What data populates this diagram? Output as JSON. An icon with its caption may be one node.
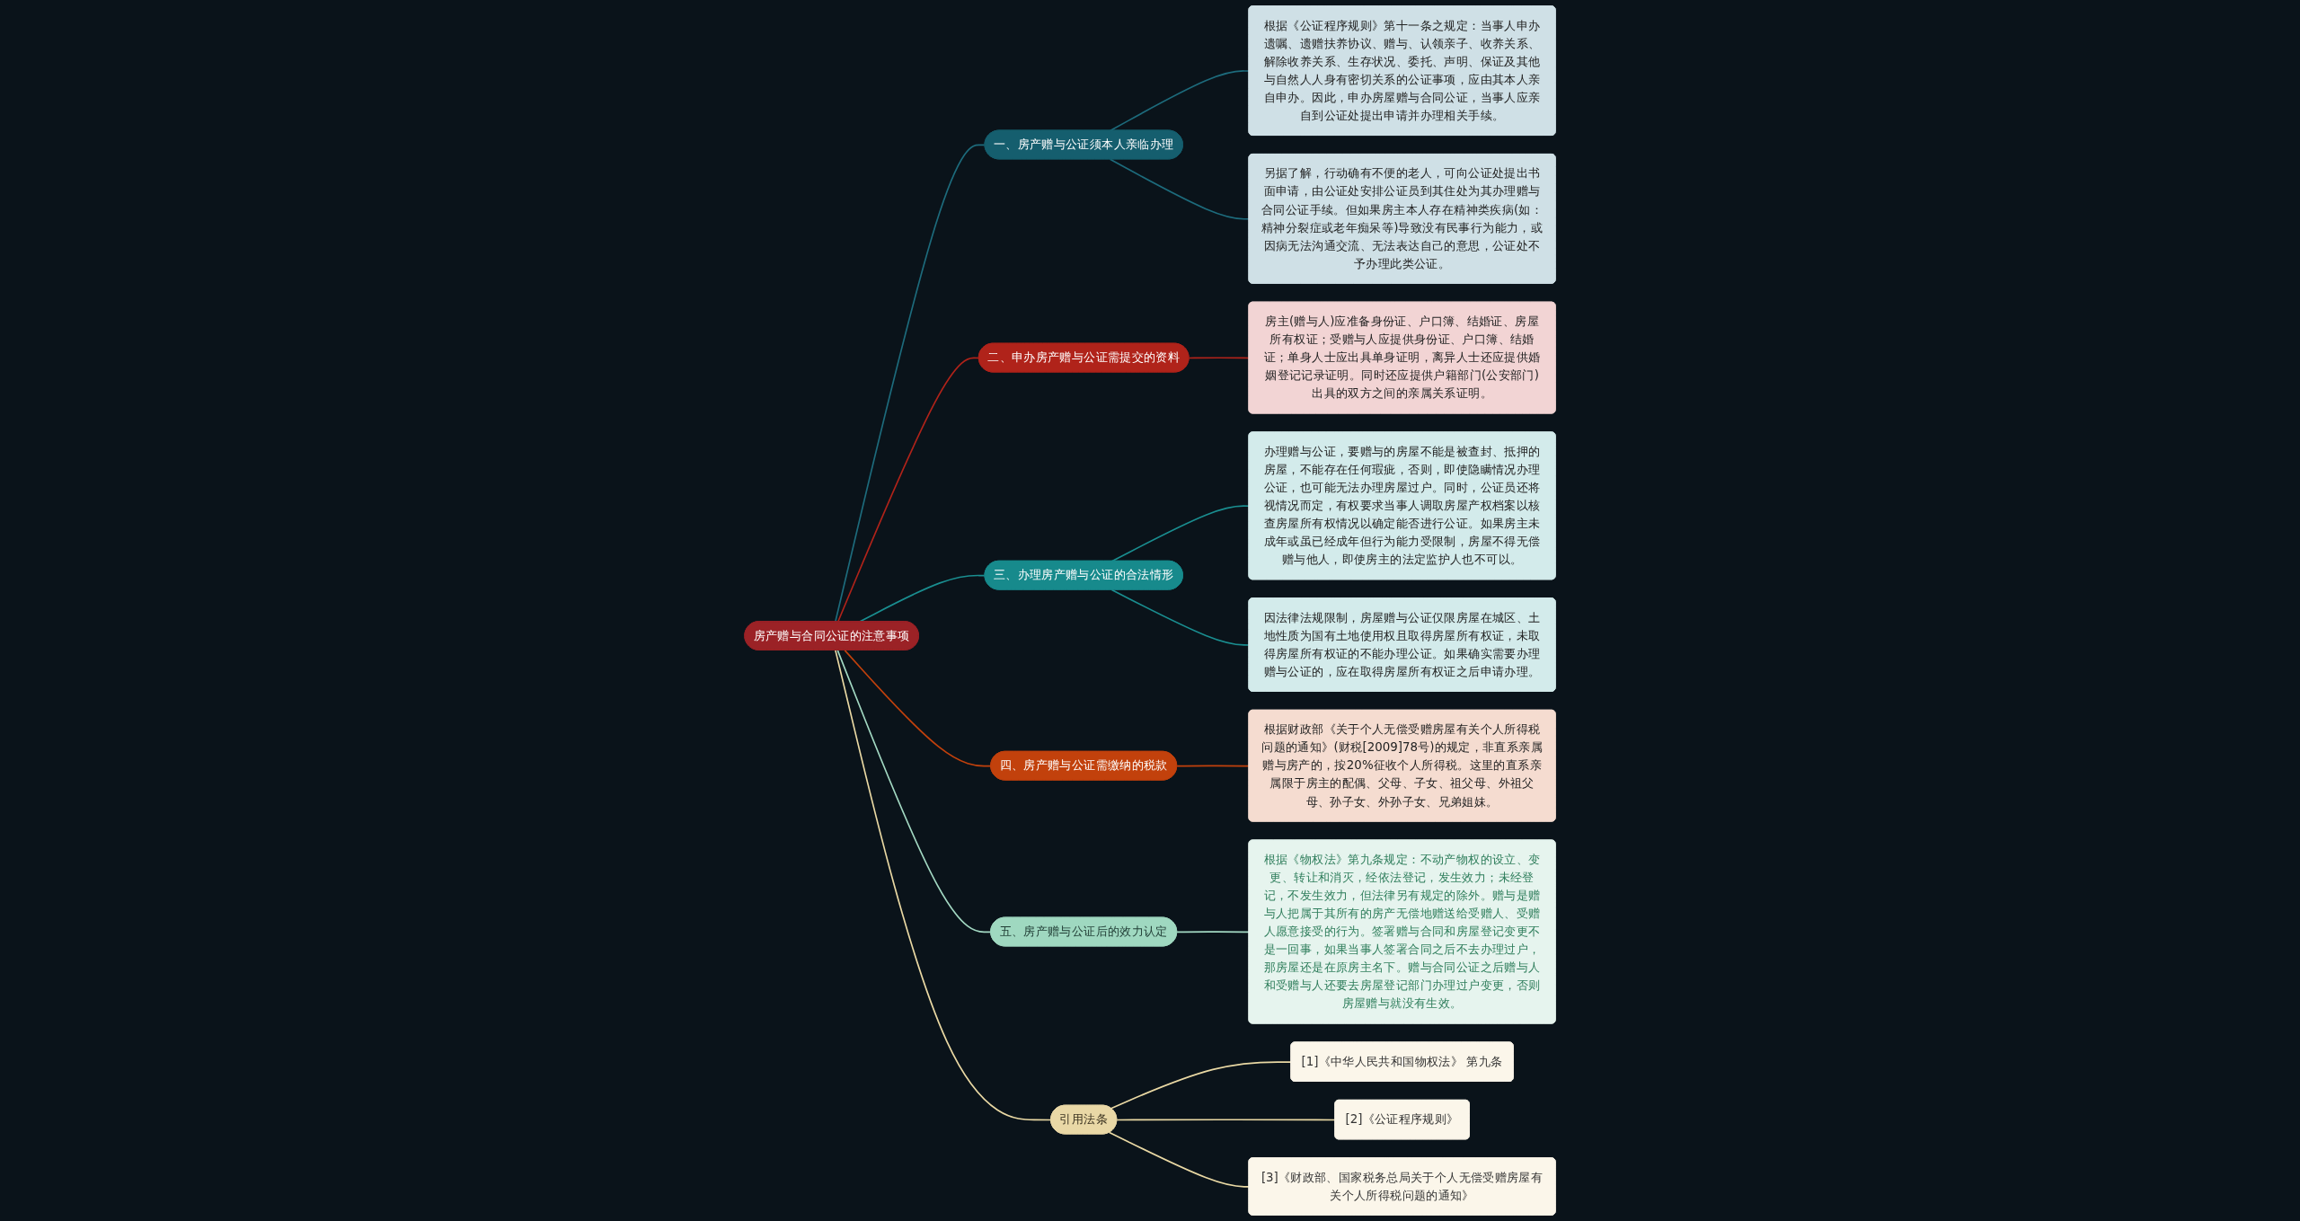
{
  "diagram": {
    "nodes": [
      {
        "text": [
          "房产赠与合同公证的注意事项"
        ]
      },
      {
        "text": [
          "一、房产赠与公证须本人亲临办理"
        ]
      },
      {
        "text": [
          "根据《公证程序规则》第十一条之规定：当事人申办遗嘱、遗赠扶养协议、赠与、认领亲子、收养关系、解除收养关系、生存状况、委托、声明、保证及其他与自然人人身有密切关系的公证事项，应由其本人亲自申办。因此，申办房屋赠与合同公证，当事人应亲自到公证处提出申请并办理相关手续。"
        ]
      },
      {
        "text": [
          "另据了解，行动确有不便的老人，可向公证处提出书面申请，由公证处安排公证员到其住处为其办理赠与合同公证手续。但如果房主本人存在精神类疾病(如：精神分裂症或老年痴呆等)导致没有民事行为能力，或因病无法沟通交流、无法表达自己的意思，公证处不予办理此类公证。"
        ]
      },
      {
        "text": [
          "二、申办房产赠与公证需提交的资料"
        ]
      },
      {
        "text": [
          "房主(赠与人)应准备身份证、户口簿、结婚证、房屋所有权证；受赠与人应提供身份证、户口簿、结婚证；单身人士应出具单身证明，离异人士还应提供婚姻登记记录证明。同时还应提供户籍部门(公安部门)出具的双方之间的亲属关系证明。"
        ]
      },
      {
        "text": [
          "三、办理房产赠与公证的合法情形"
        ]
      },
      {
        "text": [
          "办理赠与公证，要赠与的房屋不能是被查封、抵押的房屋，不能存在任何瑕疵，否则，即使隐瞒情况办理公证，也可能无法办理房屋过户。同时，公证员还将视情况而定，有权要求当事人调取房屋产权档案以核查房屋所有权情况以确定能否进行公证。如果房主未成年或虽已经成年但行为能力受限制，房屋不得无偿赠与他人，即使房主的法定监护人也不可以。"
        ]
      },
      {
        "text": [
          "因法律法规限制，房屋赠与公证仅限房屋在城区、土地性质为国有土地使用权且取得房屋所有权证，未取得房屋所有权证的不能办理公证。如果确实需要办理赠与公证的，应在取得房屋所有权证之后申请办理。"
        ]
      },
      {
        "text": [
          "四、房产赠与公证需缴纳的税款"
        ]
      },
      {
        "text": [
          "根据财政部《关于个人无偿受赠房屋有关个人所得税问题的通知》(财税[2009]78号)的规定，非直系亲属赠与房产的，按20%征收个人所得税。这里的直系亲属限于房主的配偶、父母、子女、祖父母、外祖父母、孙子女、外孙子女、兄弟姐妹。"
        ]
      },
      {
        "text": [
          "五、房产赠与公证后的效力认定"
        ]
      },
      {
        "text": [
          "根据《物权法》第九条规定：不动产物权的设立、变更、转让和消灭，经依法登记，发生效力；未经登记，不发生效力，但法律另有规定的除外。赠与是赠与人把属于其所有的房产无偿地赠送给受赠人、受赠人愿意接受的行为。签署赠与合同和房屋登记变更不是一回事，如果当事人签署合同之后不去办理过户，那房屋还是在原房主名下。赠与合同公证之后赠与人和受赠与人还要去房屋登记部门办理过户变更，否则房屋赠与就没有生效。"
        ]
      },
      {
        "text": [
          "引用法条"
        ]
      },
      {
        "text": [
          "[1]《中华人民共和国物权法》 第九条"
        ]
      },
      {
        "text": [
          "[2]《公证程序规则》"
        ]
      },
      {
        "text": [
          "[3]《财政部、国家税务总局关于个人无偿受赠房屋有关个人所得税问题的通知》"
        ]
      }
    ],
    "edges": [
      {
        "from": 0,
        "to": 1,
        "arrow": "none",
        "color": "#1d6b7c"
      },
      {
        "from": 1,
        "to": 2,
        "arrow": "none",
        "color": "#1d6b7c"
      },
      {
        "from": 1,
        "to": 3,
        "arrow": "none",
        "color": "#1d6b7c"
      },
      {
        "from": 0,
        "to": 4,
        "arrow": "none",
        "color": "#b0231a"
      },
      {
        "from": 4,
        "to": 5,
        "arrow": "none",
        "color": "#b0231a"
      },
      {
        "from": 0,
        "to": 6,
        "arrow": "none",
        "color": "#1a8e90"
      },
      {
        "from": 6,
        "to": 7,
        "arrow": "none",
        "color": "#1a8e90"
      },
      {
        "from": 6,
        "to": 8,
        "arrow": "none",
        "color": "#1a8e90"
      },
      {
        "from": 0,
        "to": 9,
        "arrow": "none",
        "color": "#c2410c"
      },
      {
        "from": 9,
        "to": 10,
        "arrow": "none",
        "color": "#c2410c"
      },
      {
        "from": 0,
        "to": 11,
        "arrow": "none",
        "color": "#a3d9c3"
      },
      {
        "from": 11,
        "to": 12,
        "arrow": "none",
        "color": "#a3d9c3"
      },
      {
        "from": 0,
        "to": 13,
        "arrow": "none",
        "color": "#ead9a4"
      },
      {
        "from": 13,
        "to": 14,
        "arrow": "none",
        "color": "#ead9a4"
      },
      {
        "from": 13,
        "to": 15,
        "arrow": "none",
        "color": "#ead9a4"
      },
      {
        "from": 13,
        "to": 16,
        "arrow": "none",
        "color": "#ead9a4"
      }
    ]
  }
}
